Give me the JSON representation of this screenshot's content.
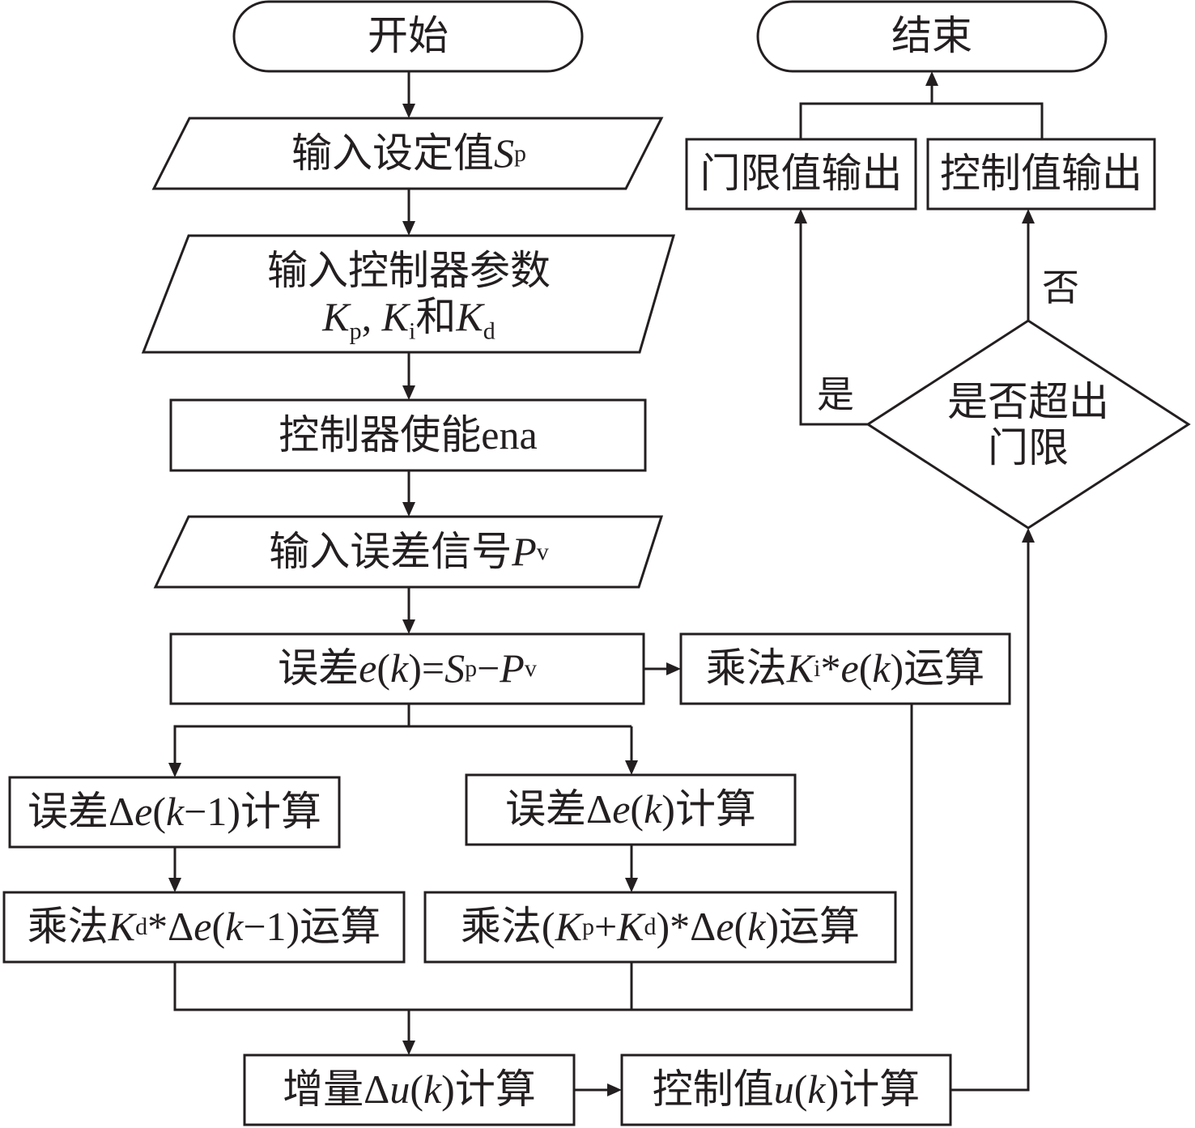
{
  "diagram": {
    "type": "flowchart",
    "nodes": {
      "start": {
        "shape": "terminator",
        "text": "开始"
      },
      "end": {
        "shape": "terminator",
        "text": "结束"
      },
      "input_setpoint": {
        "shape": "parallelogram",
        "text": "输入设定值",
        "var": "S",
        "sub": "p"
      },
      "input_params": {
        "shape": "parallelogram",
        "line1": "输入控制器参数",
        "k": "K",
        "kp_sub": "p",
        "sep": ", ",
        "ki_sub": "i",
        "and": "和",
        "kd_sub": "d"
      },
      "enable": {
        "shape": "process",
        "text": "控制器使能ena"
      },
      "input_error": {
        "shape": "parallelogram",
        "text": "输入误差信号",
        "var": "P",
        "sub": "v"
      },
      "error_calc": {
        "shape": "process",
        "prefix": "误差",
        "e": "e",
        "k": "k",
        "eq": "=",
        "S": "S",
        "S_sub": "p",
        "minus": "−",
        "P": "P",
        "P_sub": "v"
      },
      "mult_ki": {
        "shape": "process",
        "prefix": "乘法",
        "K": "K",
        "K_sub": "i",
        "star": "*",
        "e": "e",
        "k": "k",
        "suffix": "运算"
      },
      "delta_e_km1": {
        "shape": "process",
        "prefix": "误差Δ",
        "e": "e",
        "k": "k",
        "tail": "−1)",
        "suffix": "计算"
      },
      "delta_e_k": {
        "shape": "process",
        "prefix": "误差Δ",
        "e": "e",
        "k": "k",
        "suffix": "计算"
      },
      "mult_kd": {
        "shape": "process",
        "prefix": "乘法",
        "K": "K",
        "K_sub": "d",
        "star": "*Δ",
        "e": "e",
        "k": "k",
        "tail": "−1)",
        "suffix": "运算"
      },
      "mult_kpkd": {
        "shape": "process",
        "prefix": "乘法(",
        "K": "K",
        "Kp_sub": "p",
        "plus": "+",
        "Kd_sub": "d",
        "star": ")*Δ",
        "e": "e",
        "k": "k",
        "suffix": "运算"
      },
      "delta_u": {
        "shape": "process",
        "prefix": "增量Δ",
        "u": "u",
        "k": "k",
        "suffix": "计算"
      },
      "control_value": {
        "shape": "process",
        "prefix": "控制值",
        "u": "u",
        "k": "k",
        "suffix": "计算"
      },
      "decision": {
        "shape": "diamond",
        "line1": "是否超出",
        "line2": "门限"
      },
      "threshold_out": {
        "shape": "process",
        "text": "门限值输出"
      },
      "control_out": {
        "shape": "process",
        "text": "控制值输出"
      }
    },
    "edge_labels": {
      "yes": "是",
      "no": "否"
    },
    "edges": [
      [
        "start",
        "input_setpoint"
      ],
      [
        "input_setpoint",
        "input_params"
      ],
      [
        "input_params",
        "enable"
      ],
      [
        "enable",
        "input_error"
      ],
      [
        "input_error",
        "error_calc"
      ],
      [
        "error_calc",
        "mult_ki"
      ],
      [
        "error_calc",
        "delta_e_km1"
      ],
      [
        "error_calc",
        "delta_e_k"
      ],
      [
        "delta_e_km1",
        "mult_kd"
      ],
      [
        "delta_e_k",
        "mult_kpkd"
      ],
      [
        "mult_kd",
        "delta_u"
      ],
      [
        "mult_kpkd",
        "delta_u"
      ],
      [
        "mult_ki",
        "delta_u"
      ],
      [
        "delta_u",
        "control_value"
      ],
      [
        "control_value",
        "decision"
      ],
      [
        "decision",
        "threshold_out",
        "yes"
      ],
      [
        "decision",
        "control_out",
        "no"
      ],
      [
        "threshold_out",
        "end"
      ],
      [
        "control_out",
        "end"
      ]
    ],
    "colors": {
      "stroke": "#231f20",
      "fill": "#ffffff"
    }
  }
}
